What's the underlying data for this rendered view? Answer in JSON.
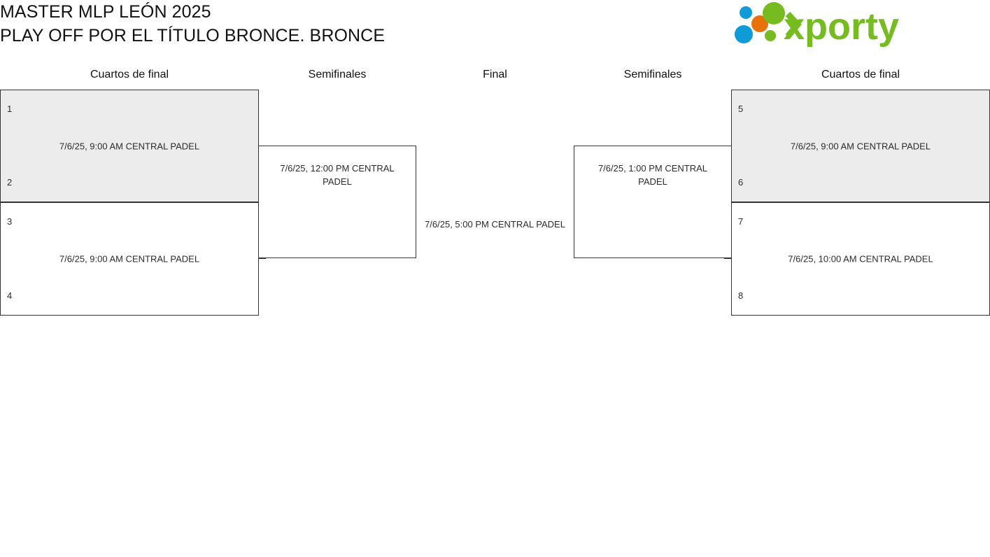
{
  "header": {
    "title_line1": "MASTER MLP LEÓN 2025",
    "title_line2": "PLAY OFF POR EL TÍTULO BRONCE. BRONCE",
    "logo_text": "xporty",
    "logo_colors": {
      "green": "#76bc21",
      "blue": "#0f9ad8",
      "orange": "#e8710a"
    }
  },
  "rounds": [
    {
      "id": "qf-left",
      "label": "Cuartos de final"
    },
    {
      "id": "sf-left",
      "label": "Semifinales"
    },
    {
      "id": "final",
      "label": "Final"
    },
    {
      "id": "sf-right",
      "label": "Semifinales"
    },
    {
      "id": "qf-right",
      "label": "Cuartos de final"
    }
  ],
  "matches": {
    "qf1": {
      "seed_top": "1",
      "seed_bottom": "2",
      "info": "7/6/25, 9:00 AM CENTRAL PADEL"
    },
    "qf2": {
      "seed_top": "3",
      "seed_bottom": "4",
      "info": "7/6/25, 9:00 AM CENTRAL PADEL"
    },
    "qf3": {
      "seed_top": "5",
      "seed_bottom": "6",
      "info": "7/6/25, 9:00 AM CENTRAL PADEL"
    },
    "qf4": {
      "seed_top": "7",
      "seed_bottom": "8",
      "info": "7/6/25, 10:00 AM CENTRAL PADEL"
    },
    "sf_left": {
      "info": "7/6/25, 12:00 PM CENTRAL PADEL"
    },
    "sf_right": {
      "info": "7/6/25, 1:00 PM CENTRAL PADEL"
    },
    "final": {
      "info": "7/6/25, 5:00 PM CENTRAL PADEL"
    }
  },
  "colors": {
    "box_border": "#333333",
    "box_shaded": "#ececec",
    "box_plain": "#ffffff",
    "text": "#2b2b2b",
    "title": "#111111"
  }
}
